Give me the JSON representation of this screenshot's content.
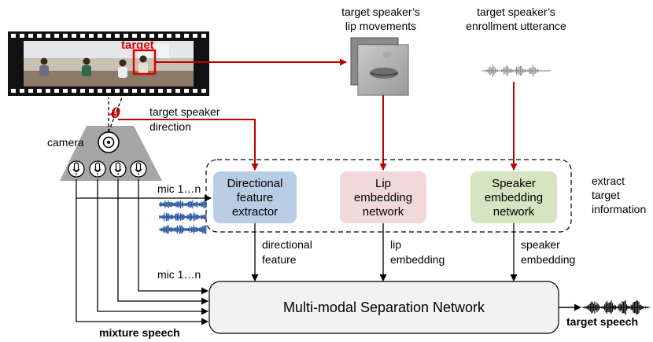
{
  "video": {
    "target_label": "target",
    "theta": "θ"
  },
  "camera_label": "camera",
  "direction_label": [
    "target speaker",
    "direction"
  ],
  "lip_title": [
    "target speaker’s",
    "lip movements"
  ],
  "enroll_title": [
    "target speaker’s",
    "enrollment utterance"
  ],
  "mic_label_top": "mic 1…n",
  "mic_label_bottom": "mic 1…n",
  "boxes": {
    "directional": [
      "Directional",
      "feature",
      "extractor"
    ],
    "lip": [
      "Lip",
      "embedding",
      "network"
    ],
    "speaker": [
      "Speaker",
      "embedding",
      "network"
    ]
  },
  "extract_label": [
    "extract",
    "target",
    "information"
  ],
  "edge_labels": {
    "directional": [
      "directional",
      "feature"
    ],
    "lip": [
      "lip",
      "embedding"
    ],
    "speaker": [
      "speaker",
      "embedding"
    ]
  },
  "separation_label": "Multi-modal Separation Network",
  "mixture_label": "mixture speech",
  "output_label": "target speech",
  "colors": {
    "red": "#c00000",
    "blue_box": "#b8cce4",
    "pink_box": "#f2d9d9",
    "green_box": "#d6e5c1",
    "wave_blue": "#1f4e9a"
  }
}
